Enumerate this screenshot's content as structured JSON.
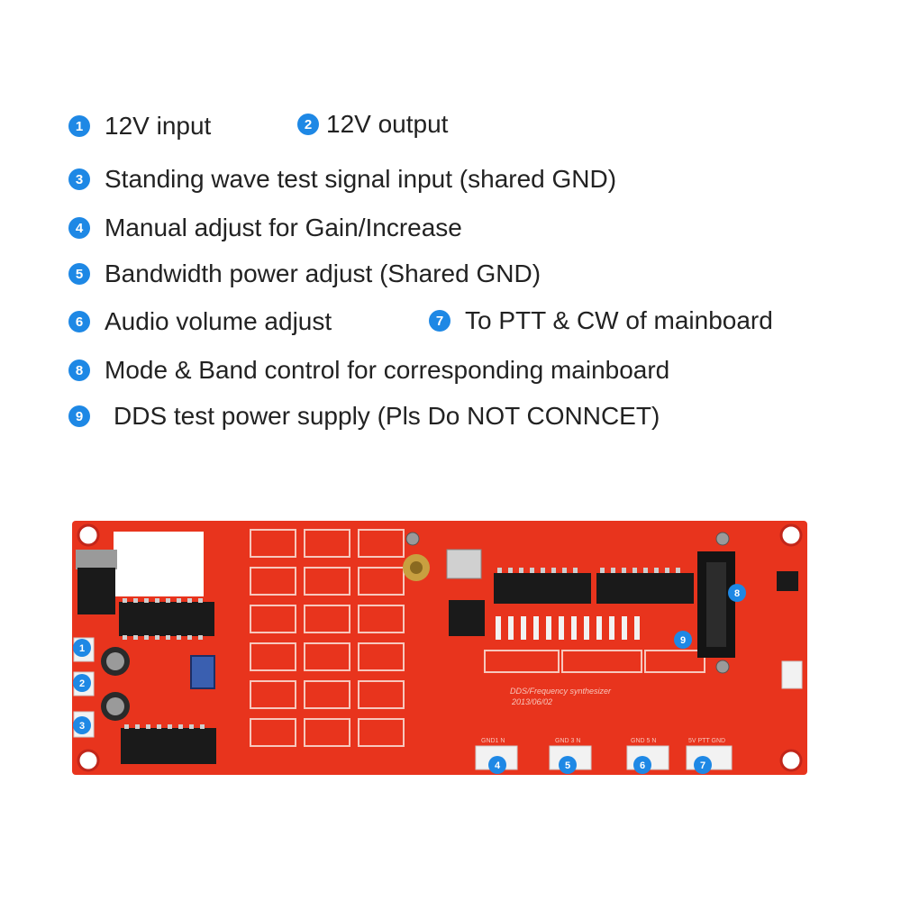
{
  "colors": {
    "badge": "#1e88e5",
    "text": "#222222",
    "board": "#e8341d",
    "board_dark": "#c2261a",
    "ic_body": "#1a1a1a",
    "connector": "#f2f2f2",
    "header_black": "#141414",
    "gold": "#c8a040",
    "silk": "#f7c7bd"
  },
  "legend": [
    {
      "num": "1",
      "text": "12V input"
    },
    {
      "num": "2",
      "text": "12V output"
    },
    {
      "num": "3",
      "text": "Standing wave test signal input (shared GND)"
    },
    {
      "num": "4",
      "text": "Manual adjust for Gain/Increase"
    },
    {
      "num": "5",
      "text": "Bandwidth power adjust (Shared GND)"
    },
    {
      "num": "6",
      "text": "Audio volume adjust"
    },
    {
      "num": "7",
      "text": "To PTT & CW of mainboard"
    },
    {
      "num": "8",
      "text": "Mode & Band control for corresponding mainboard"
    },
    {
      "num": "9",
      "text": "DDS test power supply (Pls Do NOT CONNCET)"
    }
  ],
  "board": {
    "silk_title": "DDS/Frequency synthesizer",
    "silk_date": "2013/06/02",
    "connector_labels": [
      "GND1 N",
      "GND 3 N",
      "GND 5 N",
      "5V PTT GND"
    ]
  }
}
